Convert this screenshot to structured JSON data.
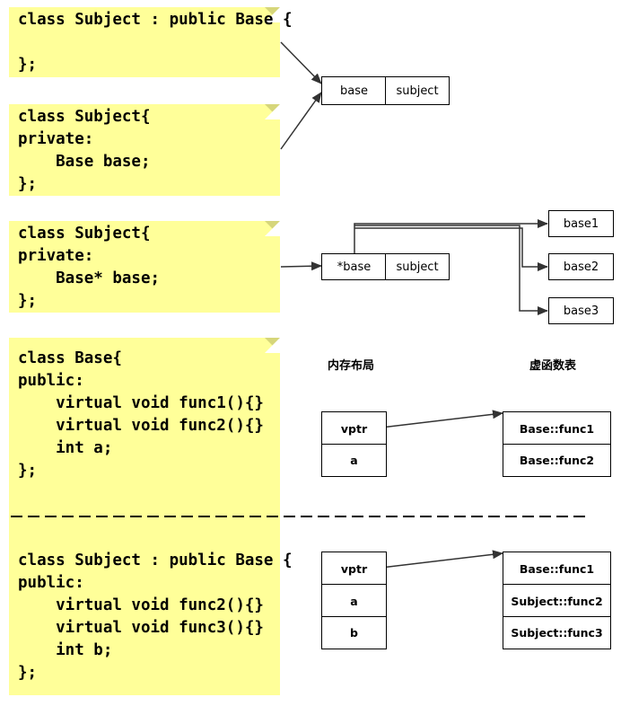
{
  "notes": {
    "note1": [
      "class Subject : public Base {",
      "",
      "};"
    ],
    "note2": [
      "class Subject{",
      "private:",
      "    Base base;",
      "};"
    ],
    "note3": [
      "class Subject{",
      "private:",
      "    Base* base;",
      "};"
    ],
    "note4": [
      "class Base{",
      "public:",
      "    virtual void func1(){}",
      "    virtual void func2(){}",
      "    int a;",
      "};"
    ],
    "note5": [
      "class Subject : public Base {",
      "public:",
      "    virtual void func2(){}",
      "    virtual void func3(){}",
      "    int b;",
      "};"
    ]
  },
  "layout1": {
    "base": "base",
    "subject": "subject"
  },
  "layout2": {
    "ptr": "*base",
    "subject": "subject",
    "targets": [
      "base1",
      "base2",
      "base3"
    ]
  },
  "headers": {
    "memory": "内存布局",
    "vtable": "虚函数表"
  },
  "base_class": {
    "memory": [
      "vptr",
      "a"
    ],
    "vtable": [
      "Base::func1",
      "Base::func2"
    ]
  },
  "derived_class": {
    "memory": [
      "vptr",
      "a",
      "b"
    ],
    "vtable": [
      "Base::func1",
      "Subject::func2",
      "Subject::func3"
    ]
  }
}
